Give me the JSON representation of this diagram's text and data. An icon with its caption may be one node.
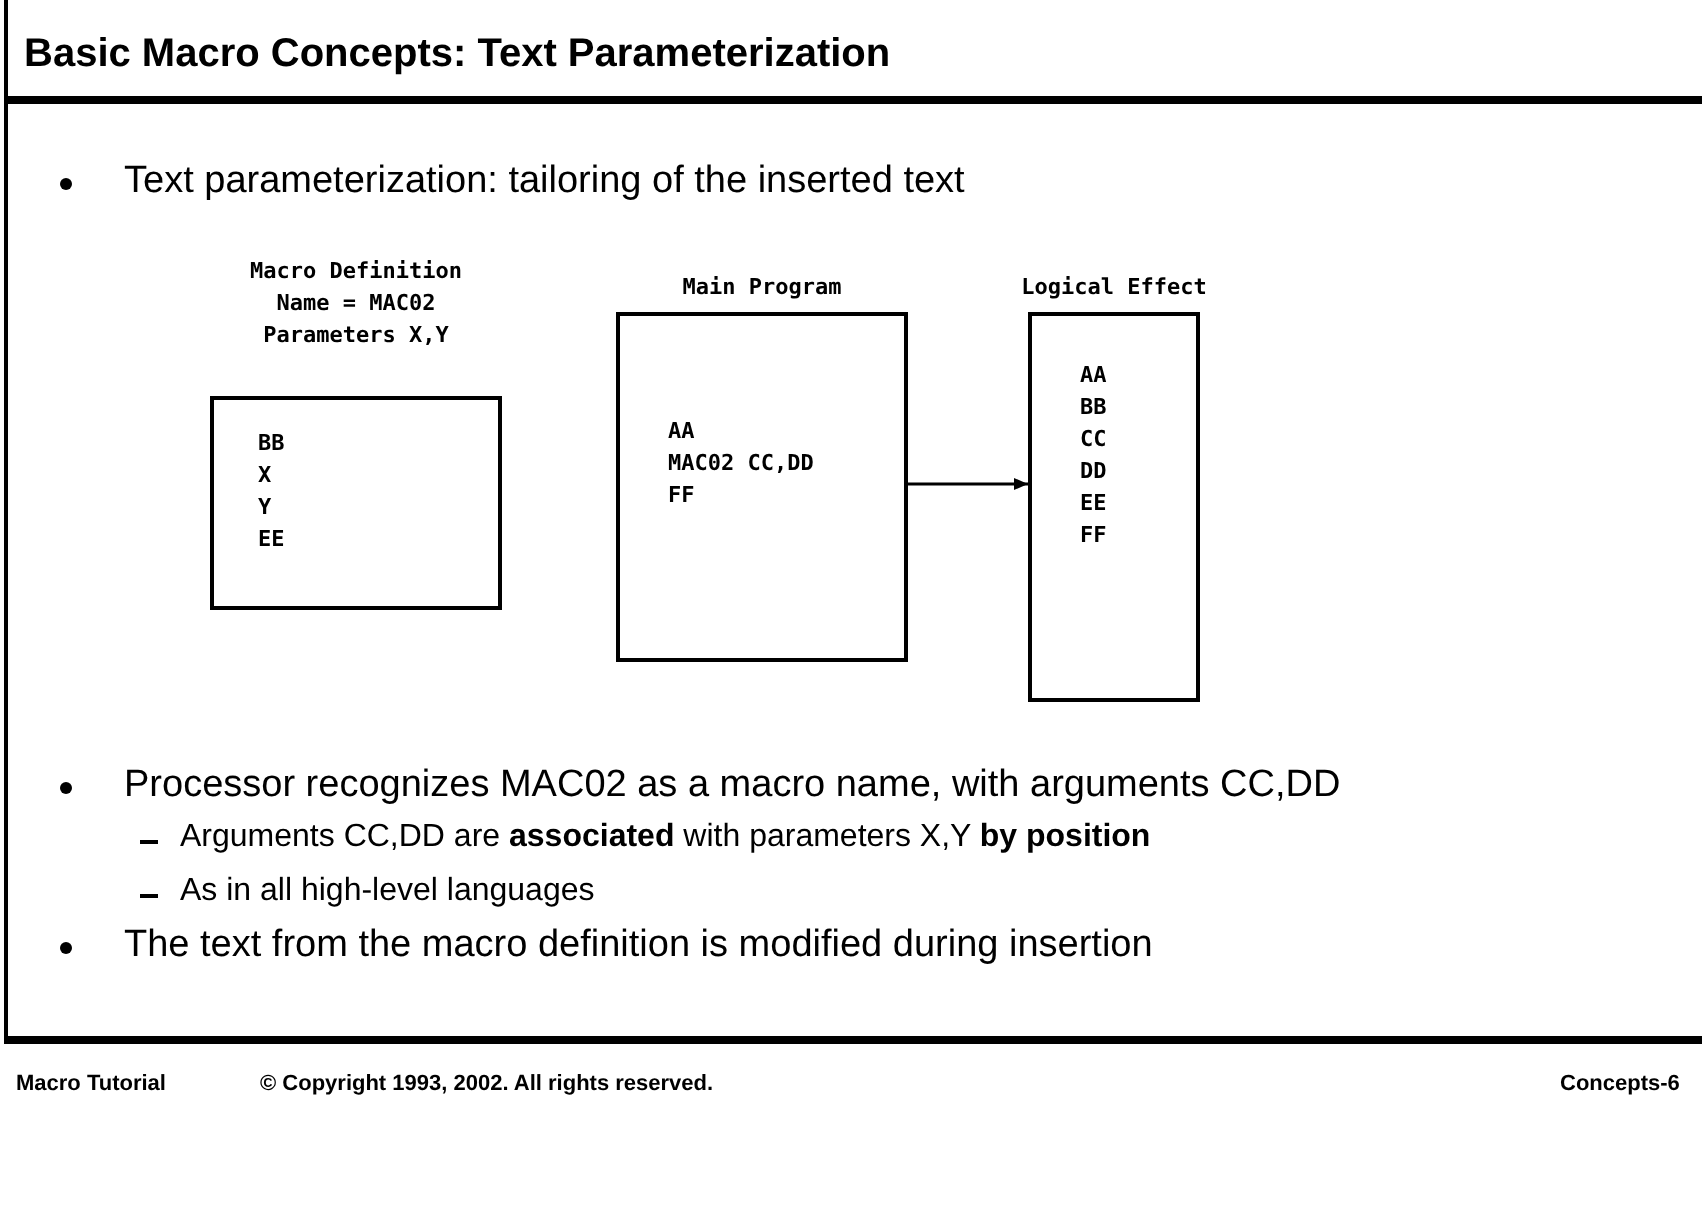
{
  "diagram": {
    "title": "Basic Macro Concepts: Text Parameterization",
    "nodes": [
      {
        "text": [
          "Macro Definition",
          "Name = MAC02",
          "Parameters X,Y",
          "BB",
          "X",
          "Y",
          "EE"
        ]
      },
      {
        "text": [
          "Main Program",
          "AA",
          "MAC02 CC,DD",
          "FF"
        ]
      },
      {
        "text": [
          "Logical Effect",
          "AA",
          "BB",
          "CC",
          "DD",
          "EE",
          "FF"
        ]
      }
    ],
    "edges": [
      {
        "from": 1,
        "to": 2,
        "arrow": "to"
      }
    ],
    "labels": [
      "Text parameterization: tailoring of the inserted text",
      "Processor recognizes MAC02 as a macro name, with arguments CC,DD",
      "Arguments CC,DD are **associated** with parameters X,Y **by position**",
      "As in all high-level languages",
      "The text from the macro definition is modified during insertion",
      "Macro Tutorial",
      "© Copyright 1993, 2002. All rights reserved.",
      "Concepts-6"
    ]
  }
}
